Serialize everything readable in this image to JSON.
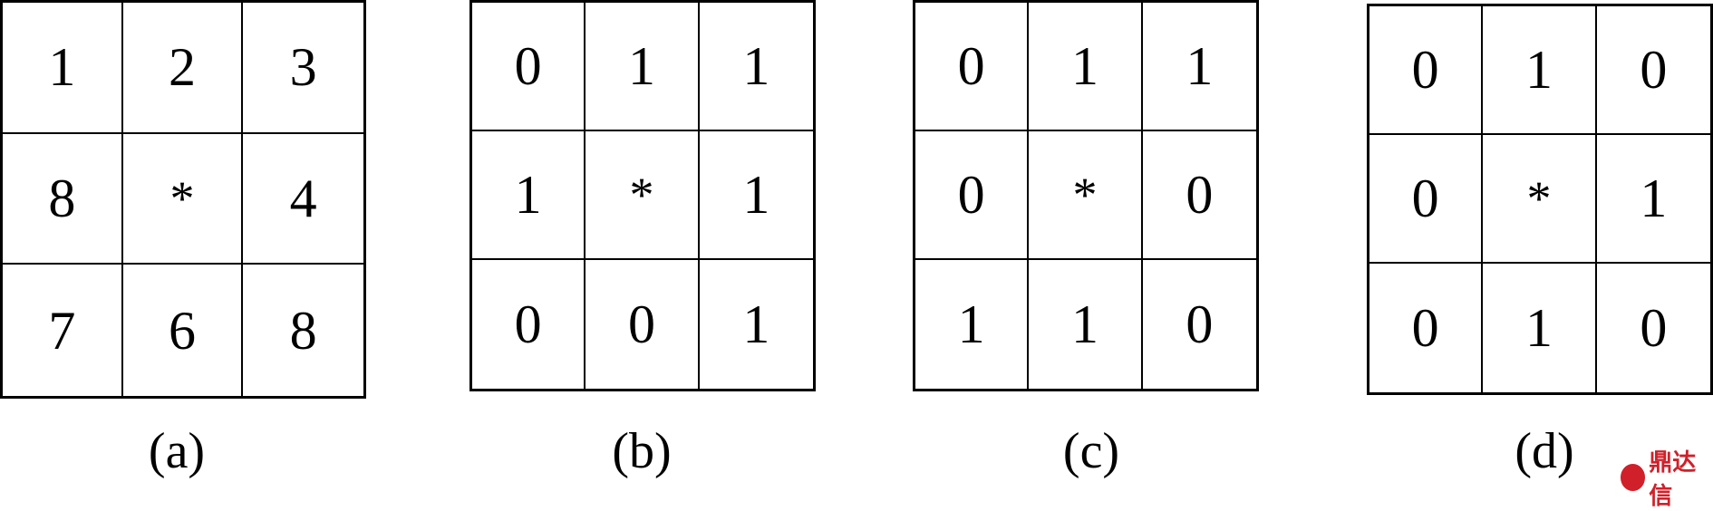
{
  "panels": [
    {
      "caption": "(a)",
      "cells": [
        "1",
        "2",
        "3",
        "8",
        "*",
        "4",
        "7",
        "6",
        "8"
      ]
    },
    {
      "caption": "(b)",
      "cells": [
        "0",
        "1",
        "1",
        "1",
        "*",
        "1",
        "0",
        "0",
        "1"
      ]
    },
    {
      "caption": "(c)",
      "cells": [
        "0",
        "1",
        "1",
        "0",
        "*",
        "0",
        "1",
        "1",
        "0"
      ]
    },
    {
      "caption": "(d)",
      "cells": [
        "0",
        "1",
        "0",
        "0",
        "*",
        "1",
        "0",
        "1",
        "0"
      ]
    }
  ],
  "watermark": {
    "text": "鼎达信",
    "color": "#d0202a"
  }
}
